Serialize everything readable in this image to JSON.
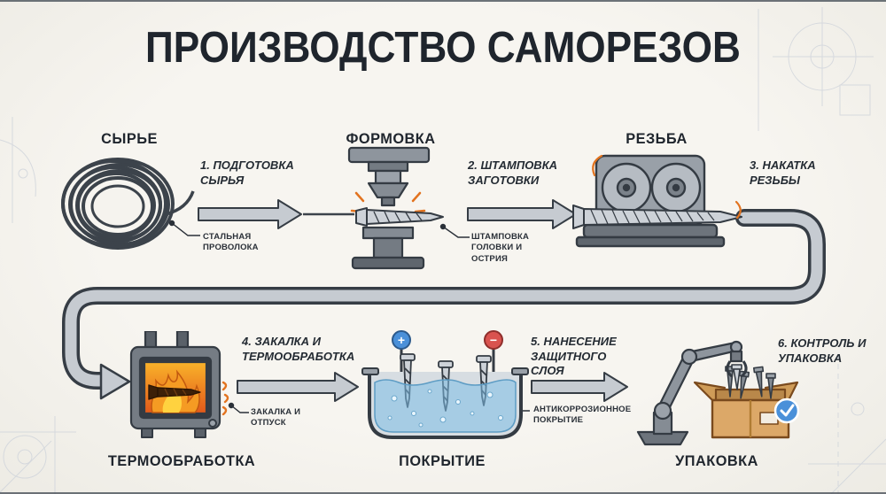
{
  "title": "ПРОИЗВОДСТВО САМОРЕЗОВ",
  "stages": {
    "raw_material": {
      "label": "СЫРЬЕ"
    },
    "forming": {
      "label": "ФОРМОВКА"
    },
    "threading": {
      "label": "РЕЗЬБА"
    },
    "heat_treatment": {
      "label": "ТЕРМООБРАБОТКА"
    },
    "coating": {
      "label": "ПОКРЫТИЕ"
    },
    "packaging": {
      "label": "УПАКОВКА"
    }
  },
  "steps": {
    "step1": {
      "label": "1. ПОДГОТОВКА СЫРЬЯ"
    },
    "step2": {
      "label": "2. ШТАМПОВКА ЗАГОТОВКИ"
    },
    "step3": {
      "label": "3. НАКАТКА РЕЗЬБЫ"
    },
    "step4": {
      "label": "4. ЗАКАЛКА И ТЕРМООБРАБОТКА"
    },
    "step5": {
      "label": "5. НАНЕСЕНИЕ ЗАЩИТНОГО СЛОЯ"
    },
    "step6": {
      "label": "6. КОНТРОЛЬ И УПАКОВКА"
    }
  },
  "callouts": {
    "steel_wire": {
      "label": "СТАЛЬНАЯ ПРОВОЛОКА"
    },
    "head_point_stamping": {
      "label": "ШТАМПОВКА ГОЛОВКИ И ОСТРИЯ"
    },
    "hardening_tempering": {
      "label": "ЗАКАЛКА И ОТПУСК"
    },
    "anticorrosion_coating": {
      "label": "АНТИКОРРОЗИОННОЕ ПОКРЫТИЕ"
    }
  },
  "electrodes": {
    "plus": "+",
    "minus": "−"
  },
  "colors": {
    "background": "#f5f3ee",
    "ink": "#242b33",
    "machine_gray": "#99a0a8",
    "arrow_fill": "#c6cbd1",
    "accent_orange": "#e2731f",
    "fire_orange": "#f59b23",
    "liquid_blue": "#9fd0ea",
    "electrode_plus_blue": "#4a90d9",
    "electrode_minus_red": "#d9534f",
    "box_cardboard": "#dca868",
    "badge_blue": "#4a90d9"
  }
}
